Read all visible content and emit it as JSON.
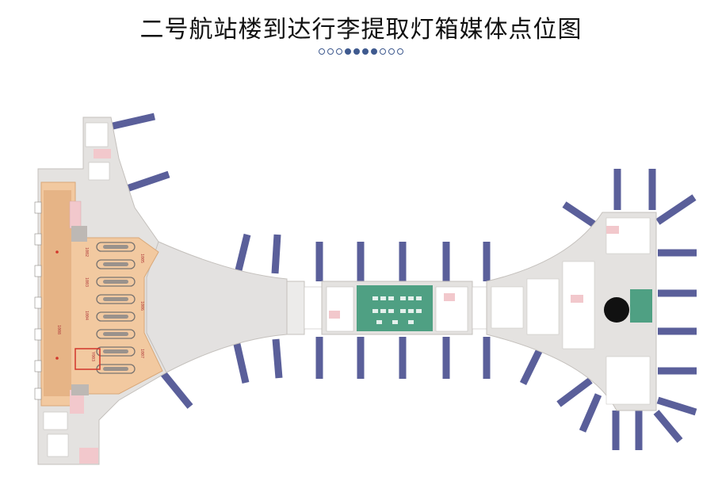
{
  "page": {
    "title": "二号航站楼到达行李提取灯箱媒体点位图"
  },
  "pager": {
    "total": 10,
    "active": [
      4,
      5,
      6,
      7
    ]
  },
  "map": {
    "colors": {
      "floor": "#e4e2e0",
      "floor_line": "#c4c0bc",
      "baggage_hall": "#f2c9a0",
      "baggage_hall_dark": "#e6b486",
      "green_zone": "#4fa083",
      "pink_zone": "#f2c8cc",
      "gates": "#5a5f9a",
      "media_marker": "#d2352a",
      "rotunda": "#111111"
    },
    "carousel_labels": [
      "1002",
      "1003",
      "1004",
      "1005",
      "1006",
      "1007",
      "1008"
    ],
    "media_marker_label": "Y003"
  }
}
